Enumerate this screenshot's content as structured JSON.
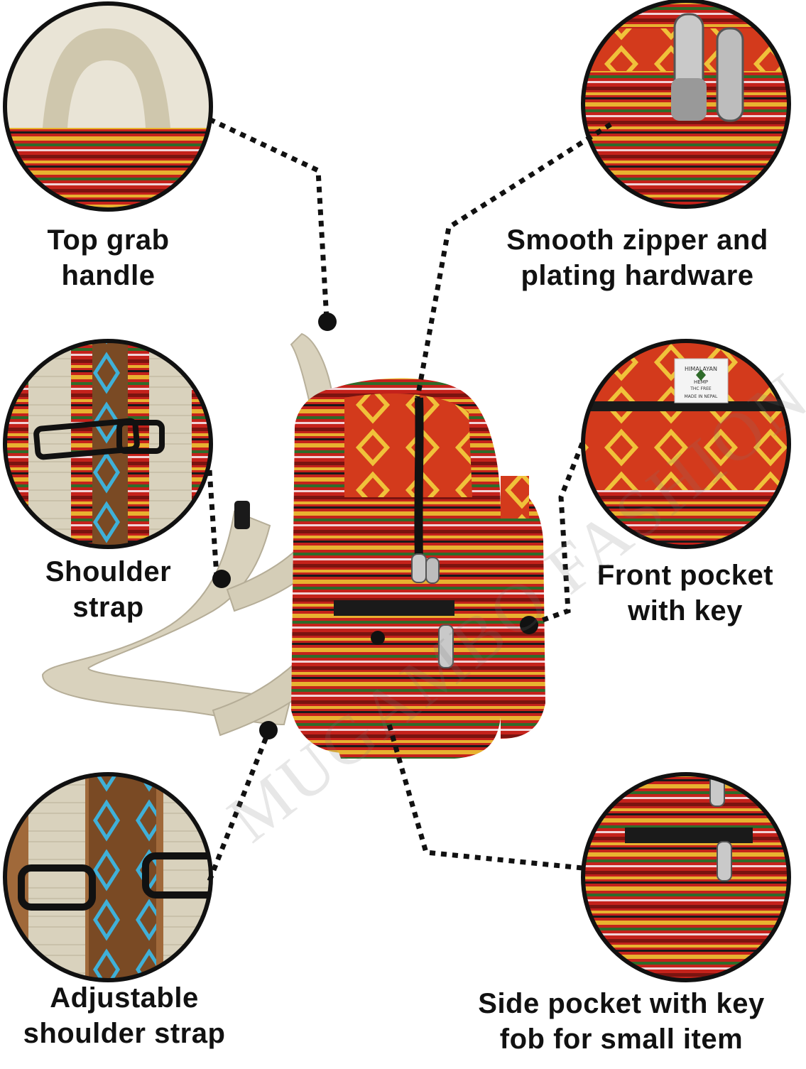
{
  "labels": {
    "top_grab": [
      "Top grab",
      "handle"
    ],
    "zipper": [
      "Smooth zipper and",
      "plating hardware"
    ],
    "shoulder": [
      "Shoulder",
      "strap"
    ],
    "front_pocket": [
      "Front pocket",
      "with key"
    ],
    "adjustable": [
      "Adjustable",
      "shoulder strap"
    ],
    "side_pocket": [
      "Side pocket with key",
      "fob for small item"
    ]
  },
  "patch_label": [
    "HIMALAYAN",
    "HEMP",
    "THC FREE",
    "MADE IN NEPAL"
  ],
  "watermark": "MUGAMBO FASHION",
  "colors": {
    "fabric_red": "#c4221b",
    "fabric_yellow": "#e8b230",
    "fabric_green": "#2f6b2a",
    "hemp_beige": "#d9d2bd",
    "ink": "#111111"
  }
}
